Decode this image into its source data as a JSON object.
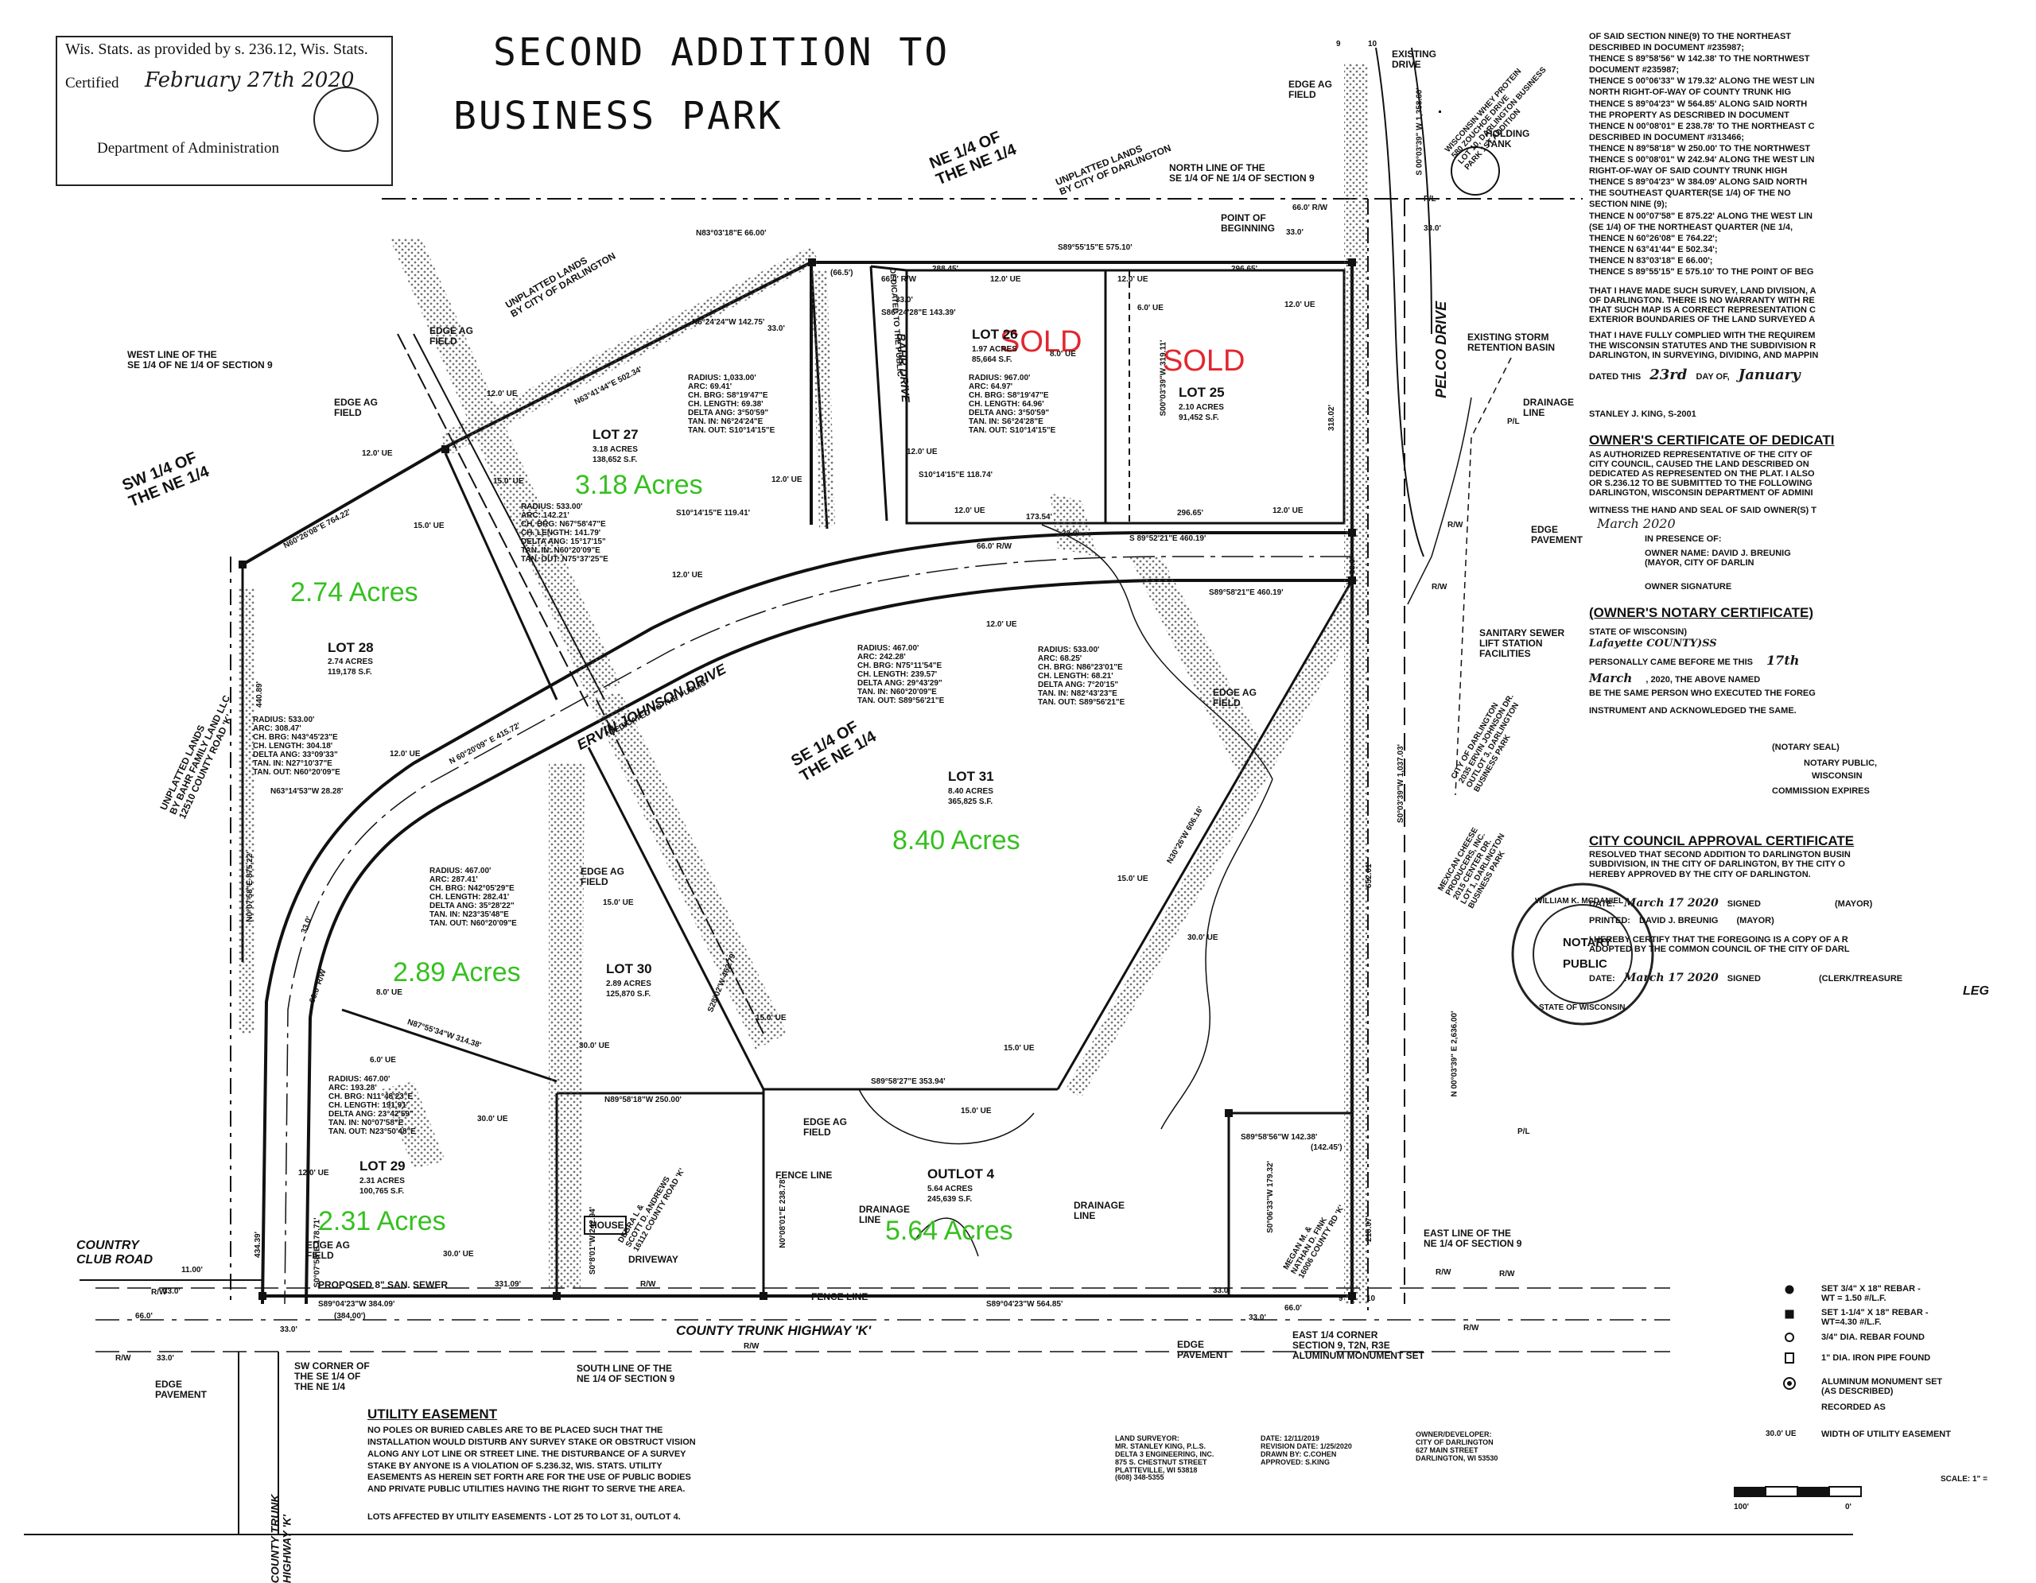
{
  "stamp": {
    "line1": "Wis. Stats. as provided by s. 236.12, Wis. Stats.",
    "certified_label": "Certified",
    "certified_date": "February 27th 2020",
    "department": "Department of Administration"
  },
  "title": {
    "line1": "SECOND ADDITION TO",
    "line2": "BUSINESS PARK"
  },
  "acreage_labels": {
    "lot26_sold": "SOLD",
    "lot25_sold": "SOLD",
    "lot27": "3.18 Acres",
    "lot28": "2.74 Acres",
    "lot31": "8.40 Acres",
    "lot30": "2.89 Acres",
    "lot29": "2.31 Acres",
    "outlot4": "5.64 Acres"
  },
  "lots": {
    "lot26": {
      "name": "LOT 26",
      "acres": "1.97 ACRES",
      "sf": "85,664 S.F."
    },
    "lot25": {
      "name": "LOT 25",
      "acres": "2.10 ACRES",
      "sf": "91,452 S.F."
    },
    "lot27": {
      "name": "LOT 27",
      "acres": "3.18 ACRES",
      "sf": "138,652 S.F."
    },
    "lot28": {
      "name": "LOT 28",
      "acres": "2.74 ACRES",
      "sf": "119,178 S.F."
    },
    "lot31": {
      "name": "LOT 31",
      "acres": "8.40 ACRES",
      "sf": "365,825 S.F."
    },
    "lot30": {
      "name": "LOT 30",
      "acres": "2.89 ACRES",
      "sf": "125,870 S.F."
    },
    "lot29": {
      "name": "LOT 29",
      "acres": "2.31 ACRES",
      "sf": "100,765 S.F."
    },
    "outlot4": {
      "name": "OUTLOT 4",
      "acres": "5.64 ACRES",
      "sf": "245,639 S.F."
    }
  },
  "quarters": {
    "ne": "NE 1/4 OF\nTHE NE 1/4",
    "sw": "SW 1/4 OF\nTHE NE 1/4",
    "se": "SE 1/4 OF\nTHE NE 1/4"
  },
  "streets": {
    "ervin": "ERVIN JOHNSON DRIVE",
    "ervin_dedicated": "*DEDICATED TO THE PUBLIC*",
    "bahr": "BAHR DRIVE",
    "bahr_dedicated": "DEDICATED TO THE PUBLIC",
    "pelco": "PELCO DRIVE",
    "country_club": "COUNTRY\nCLUB ROAD",
    "cth_k": "COUNTY TRUNK HIGHWAY 'K'",
    "cth_k_vertical": "COUNTY TRUNK\nHIGHWAY 'K'"
  },
  "map_notes": {
    "point_of_beginning": "POINT OF\nBEGINNING",
    "north_line": "NORTH LINE OF THE\nSE 1/4 OF NE 1/4 OF SECTION 9",
    "west_line": "WEST LINE OF THE\nSE 1/4 OF NE 1/4 OF SECTION 9",
    "east_line": "EAST LINE OF THE\nNE 1/4 OF SECTION 9",
    "south_line": "SOUTH LINE OF THE\nNE 1/4 OF SECTION 9",
    "sw_corner": "SW CORNER OF\nTHE SE 1/4 OF\nTHE NE 1/4",
    "east_corner": "EAST 1/4 CORNER\nSECTION 9, T2N, R3E\nALUMINUM MONUMENT SET",
    "unplatted_top": "UNPLATTED LANDS\nBY CITY OF DARLINGTON",
    "unplatted_nw": "UNPLATTED LANDS\nBY CITY OF DARLINGTON",
    "unplatted_w": "UNPLATTED LANDS\nBY BAHR FAMILY LAND LLC\n12510 COUNTY ROAD 'K'",
    "holding_tank": "HOLDING\nTANK",
    "existing_drive": "EXISTING\nDRIVE",
    "storm_basin": "EXISTING STORM\nRETENTION BASIN",
    "lift_station": "SANITARY SEWER\nLIFT STATION\nFACILITIES",
    "house": "HOUSE",
    "driveway": "DRIVEWAY",
    "drainage_line": "DRAINAGE\nLINE",
    "fence_line": "FENCE LINE",
    "edge_ag": "EDGE AG\nFIELD",
    "edge_pavement": "EDGE\nPAVEMENT",
    "san_sewer": "PROPOSED 8\" SAN. SEWER",
    "cheese": "MEXICAN CHEESE\nPRODUCERS, INC.\n2015 CENTER DR.\nLOT 1, DARLINGTON\nBUSINESS PARK",
    "darlington_lot2": "CITY OF DARLINGTON\n2035 ERVIN JOHNSON DR.\nOUTLOT 3, DARLINGTON\nBUSINESS PARK",
    "wisconsin_whey": "WISCONSIN WHEY PROTEIN\n580 ZOUCHOE DRIVE\nLOT 10, DARLINGTON BUSINESS\nPARK 1ST ADDITION",
    "debra": "DEBRA L &\nSCOTT D. ANDREWS\n16112 COUNTY ROAD 'K'",
    "megan": "MEGAN M. &\nNATHAN D. FINK\n16006 COUNTY RD 'K'"
  },
  "bearings": {
    "b1": "N83°03'18\"E 66.00'",
    "b2": "S89°55'15\"E 575.10'",
    "b3": "N63°41'44\"E 502.34'",
    "b4": "N60°26'08\"E 764.22'",
    "b5": "S86°24'28\"E 143.39'",
    "b6": "N6°24'24\"W 142.75'",
    "b7": "S10°14'15\"E 119.41'",
    "b8": "S10°14'15\"E 118.74'",
    "b9": "S 89°52'21\"E 460.19'",
    "b10": "S89°58'21\"E 460.19'",
    "b11": "S00°03'39\"W 319.11'",
    "b12": "S 00°03'39\" W 1,358.60'",
    "b13": "S0°03'39\"W 1,037.03'",
    "b14": "N 00°03'39\" E 2,636.00'",
    "b15": "S89°58'27\"E 353.94'",
    "b16": "N89°58'18\"W 250.00'",
    "b17": "N87°55'34\"W 314.38'",
    "b18": "S89°04'23\"W 384.09'",
    "b19": "S89°04'23\"W 564.85'",
    "b20": "N0°07'58\"E 875.22'",
    "b21": "N63°14'53\"W 28.28'",
    "b22": "N 60°20'09\" E 415.72'",
    "b23": "S89°58'56\"W 142.38'",
    "b24": "S0°06'33\"W 179.32'"
  },
  "curves": {
    "c1": "RADIUS: 1,033.00'\nARC: 69.41'\nCH. BRG: S8°19'47\"E\nCH. LENGTH: 69.38'\nDELTA ANG: 3°50'59\"\nTAN. IN: N6°24'24\"E\nTAN. OUT: S10°14'15\"E",
    "c2": "RADIUS: 967.00'\nARC: 64.97'\nCH. BRG: S8°19'47\"E\nCH. LENGTH: 64.96'\nDELTA ANG: 3°50'59\"\nTAN. IN: S6°24'28\"E\nTAN. OUT: S10°14'15\"E",
    "c3": "RADIUS: 533.00'\nARC: 142.21'\nCH. BRG: N67°58'47\"E\nCH. LENGTH: 141.79'\nDELTA ANG: 15°17'15\"\nTAN. IN: N60°20'09\"E\nTAN. OUT: N75°37'25\"E",
    "c4": "RADIUS: 467.00'\nARC: 242.28'\nCH. BRG: N75°11'54\"E\nCH. LENGTH: 239.57'\nDELTA ANG: 29°43'29\"\nTAN. IN: N60°20'09\"E\nTAN. OUT: S89°56'21\"E",
    "c5": "RADIUS: 533.00'\nARC: 68.25'\nCH. BRG: N86°23'01\"E\nCH. LENGTH: 68.21'\nDELTA ANG: 7°20'15\"\nTAN. IN: N82°43'23\"E\nTAN. OUT: S89°56'21\"E",
    "c6": "RADIUS: 533.00'\nARC: 308.47'\nCH. BRG: N43°45'23\"E\nCH. LENGTH: 304.18'\nDELTA ANG: 33°09'33\"\nTAN. IN: N27°10'37\"E\nTAN. OUT: N60°20'09\"E",
    "c7": "RADIUS: 467.00'\nARC: 287.41'\nCH. BRG: N42°05'29\"E\nCH. LENGTH: 282.41'\nDELTA ANG: 35°28'22\"\nTAN. IN: N23°35'48\"E\nTAN. OUT: N60°20'09\"E",
    "c8": "RADIUS: 467.00'\nARC: 193.28'\nCH. BRG: N11°48'23\"E\nCH. LENGTH: 191.91'\nDELTA ANG: 23°42'59\"\nTAN. IN: N0°07'58\"E\nTAN. OUT: N23°50'48\"E"
  },
  "right_panel": {
    "desc_lines": [
      "OF SAID SECTION NINE(9) TO THE NORTHEAST",
      "DESCRIBED IN DOCUMENT #235987;",
      "THENCE S 89°58'56\" W 142.38' TO THE NORTHWEST",
      "DOCUMENT #235987;",
      "THENCE S 00°06'33\" W 179.32' ALONG THE WEST LIN",
      "NORTH RIGHT-OF-WAY OF COUNTY TRUNK HIG",
      "THENCE S 89°04'23\" W 564.85' ALONG SAID NORTH",
      "THE PROPERTY AS DESCRIBED IN DOCUMENT",
      "THENCE N 00°08'01\" E 238.78' TO THE NORTHEAST C",
      "DESCRIBED IN DOCUMENT #313466;",
      "THENCE N 89°58'18\" W 250.00' TO THE NORTHWEST",
      "THENCE S 00°08'01\" W 242.94' ALONG THE WEST LIN",
      "RIGHT-OF-WAY OF SAID COUNTY TRUNK HIGH",
      "THENCE S 89°04'23\" W 384.09' ALONG SAID NORTH",
      "THE SOUTHEAST QUARTER(SE 1/4) OF THE NO",
      "SECTION NINE (9);",
      "THENCE N 00°07'58\" E 875.22' ALONG THE WEST LIN",
      "(SE 1/4) OF THE NORTHEAST QUARTER (NE 1/4,",
      "THENCE N 60°26'08\" E 764.22';",
      "THENCE N 63°41'44\" E 502.34';",
      "THENCE N 83°03'18\" E 66.00';",
      "THENCE S 89°55'15\" E 575.10' TO THE POINT OF BEG"
    ],
    "warranty": "THAT I HAVE MADE SUCH SURVEY, LAND DIVISION, A\nOF DARLINGTON. THERE IS NO WARRANTY WITH RE\nTHAT SUCH MAP IS A CORRECT REPRESENTATION C\nEXTERIOR BOUNDARIES OF THE LAND SURVEYED A",
    "complied": "THAT I HAVE FULLY COMPLIED WITH THE REQUIREM\nTHE WISCONSIN STATUTES AND THE SUBDIVISION R\nDARLINGTON, IN SURVEYING, DIVIDING, AND MAPPIN",
    "dated_label": "DATED THIS",
    "dated_day": "23rd",
    "dated_mid": "DAY OF,",
    "dated_month": "January",
    "surveyor": "STANLEY J. KING, S-2001",
    "owner_heading": "OWNER'S CERTIFICATE OF DEDICATI",
    "owner_text": "AS AUTHORIZED REPRESENTATIVE OF THE CITY OF\nCITY COUNCIL, CAUSED THE LAND DESCRIBED ON\nDEDICATED AS REPRESENTED ON THE PLAT. I ALSO\nOR S.236.12 TO BE SUBMITTED TO THE FOLLOWING\nDARLINGTON, WISCONSIN DEPARTMENT OF ADMINI",
    "witness": "WITNESS THE HAND AND SEAL OF SAID OWNER(S) T",
    "witness_date": "March 2020",
    "presence": "IN PRESENCE OF:",
    "owner_name": "OWNER NAME: DAVID J. BREUNIG\n(MAYOR, CITY OF DARLIN",
    "owner_sig": "OWNER SIGNATURE",
    "notary_heading": "(OWNER'S NOTARY CERTIFICATE)",
    "notary_state": "STATE OF WISCONSIN)",
    "notary_county": "Lafayette  COUNTY)SS",
    "notary_came": "PERSONALLY CAME BEFORE ME THIS",
    "notary_day": "17th",
    "notary_month": "March",
    "notary_year": ", 2020, THE ABOVE NAMED",
    "notary_same": "BE THE SAME PERSON WHO EXECUTED THE FOREG",
    "notary_ack": "INSTRUMENT AND ACKNOWLEDGED THE SAME.",
    "notary_seal": "(NOTARY SEAL)",
    "notary_public": "NOTARY PUBLIC,",
    "notary_wi": "WISCONSIN",
    "commission": "COMMISSION EXPIRES",
    "seal_top": "WILLIAM K. MCDANIEL",
    "seal_mid1": "NOTARY",
    "seal_mid2": "PUBLIC",
    "seal_bottom": "STATE OF WISCONSIN",
    "council_heading": "CITY COUNCIL APPROVAL CERTIFICATE",
    "council_text": "RESOLVED THAT SECOND ADDITION TO DARLINGTON BUSIN\nSUBDIVISION, IN THE CITY OF DARLINGTON, BY THE CITY O\nHEREBY APPROVED BY THE CITY OF DARLINGTON.",
    "council_date_label": "DATE:",
    "council_date": "March 17 2020",
    "signed": "SIGNED",
    "mayor": "(MAYOR)",
    "printed": "PRINTED:",
    "printed_name": "DAVID J. BREUNIG",
    "certify": "I HEREBY CERTIFY THAT THE FOREGOING IS A COPY OF A R\nADOPTED BY THE COMMON COUNCIL OF THE CITY OF DARL",
    "cert_date": "March 17 2020",
    "clerk": "(CLERK/TREASURE",
    "legend_label": "LEG"
  },
  "legend": [
    {
      "sym": "filled-dot",
      "text": "SET 3/4\" X 18\" REBAR -\nWT = 1.50 #/L.F."
    },
    {
      "sym": "filled-square",
      "text": "SET 1-1/4\" X 18\" REBAR -\nWT=4.30 #/L.F."
    },
    {
      "sym": "open-circle",
      "text": "3/4\" DIA. REBAR FOUND"
    },
    {
      "sym": "pipe",
      "text": "1\" DIA. IRON PIPE FOUND"
    },
    {
      "sym": "target",
      "text": "ALUMINUM MONUMENT SET\n(AS DESCRIBED)"
    },
    {
      "sym": "parens",
      "text": "RECORDED AS"
    },
    {
      "sym": "ue",
      "text": "WIDTH OF UTILITY EASEMENT"
    }
  ],
  "legend_ue_symbol": "30.0' UE",
  "scale": {
    "label": "SCALE: 1\" = ",
    "t0": "100'",
    "t1": "0'"
  },
  "utility": {
    "heading": "UTILITY EASEMENT",
    "text": "NO POLES OR BURIED CABLES ARE TO BE PLACED SUCH THAT THE\nINSTALLATION WOULD DISTURB ANY SURVEY STAKE OR OBSTRUCT VISION\nALONG ANY LOT LINE OR STREET LINE. THE DISTURBANCE OF A SURVEY\nSTAKE BY ANYONE IS A VIOLATION OF S.236.32, WIS. STATS. UTILITY\nEASEMENTS AS HEREIN SET FORTH ARE FOR THE USE OF PUBLIC BODIES\nAND PRIVATE PUBLIC UTILITIES HAVING THE RIGHT TO SERVE THE AREA.",
    "affected": "LOTS AFFECTED BY UTILITY EASEMENTS - LOT 25 TO LOT 31, OUTLOT 4."
  },
  "title_block": {
    "surveyor": "LAND SURVEYOR:\nMR. STANLEY KING, P.L.S.\nDELTA 3 ENGINEERING, INC.\n875 S. CHESTNUT STREET\nPLATTEVILLE, WI 53818\n(608) 348-5355",
    "dates": "DATE: 12/11/2019\nREVISION DATE: 1/25/2020\nDRAWN BY: C.COHEN\nAPPROVED: S.KING",
    "owner": "OWNER/DEVELOPER:\nCITY OF DARLINGTON\n627 MAIN STREET\nDARLINGTON, WI 53530"
  },
  "dims": {
    "ue12": "12.0' UE",
    "ue15": "15.0' UE",
    "ue6": "6.0' UE",
    "ue8": "8.0' UE",
    "ue30": "30.0' UE",
    "rw66": "66.0' R/W",
    "rw": "R/W",
    "pl": "P/L",
    "d33": "33.0'",
    "d66": "66.0'",
    "d288": "288.45'",
    "d296": "296.65'",
    "d16": "(66.5')",
    "d173": "173.54'",
    "d440": "440.89'",
    "d434": "434.39'",
    "d652": "652.01'",
    "d210": "210.07'",
    "d331": "331.09'",
    "d11": "11.00'",
    "d384": "(384.00')",
    "d142": "(142.45')",
    "d178": "S0°07'58\"E 178.71'",
    "d242": "S0°8'01\"W 242.94'",
    "d238": "N0°08'01\"E 238.78'",
    "d462": "S28°02'W 462.79'",
    "d606": "N30°26'W 606.16'",
    "d318": "318.02'",
    "d9": "9",
    "d10": "10"
  }
}
